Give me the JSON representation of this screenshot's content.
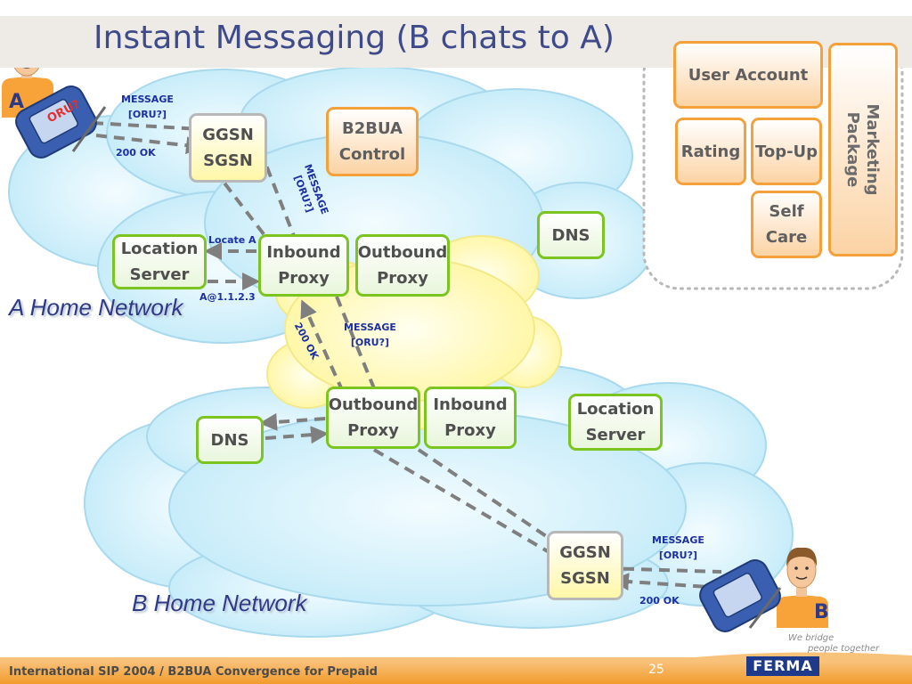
{
  "title": "Instant Messaging (B chats to A)",
  "networks": {
    "a_home": "A Home Network",
    "b_home": "B Home Network"
  },
  "users": {
    "a": "A",
    "b": "B",
    "handset_label": "ORU?"
  },
  "nodes": {
    "ggsn_sgsn_a": [
      "GGSN",
      "SGSN"
    ],
    "b2bua_control": [
      "B2BUA",
      "Control"
    ],
    "location_server_a": [
      "Location",
      "Server"
    ],
    "inbound_proxy_a": [
      "Inbound",
      "Proxy"
    ],
    "outbound_proxy_a": [
      "Outbound",
      "Proxy"
    ],
    "dns_a": "DNS",
    "outbound_proxy_b": [
      "Outbound",
      "Proxy"
    ],
    "inbound_proxy_b": [
      "Inbound",
      "Proxy"
    ],
    "location_server_b": [
      "Location",
      "Server"
    ],
    "dns_b": "DNS",
    "ggsn_sgsn_b": [
      "GGSN",
      "SGSN"
    ]
  },
  "services": {
    "user_account": "User Account",
    "rating": "Rating",
    "top_up": "Top-Up",
    "self_care": [
      "Self",
      "Care"
    ],
    "marketing_package": [
      "Marketing",
      "Package"
    ]
  },
  "messages": {
    "msg_a": [
      "MESSAGE",
      "[ORU?]"
    ],
    "ok_a": "200 OK",
    "msg_ggsn": [
      "MESSAGE",
      "[ORU?]"
    ],
    "locate_a": "Locate A",
    "addr_a": "A@1.1.2.3",
    "ok_core": "200 OK",
    "msg_core": [
      "MESSAGE",
      "[ORU?]"
    ],
    "msg_b": [
      "MESSAGE",
      "[ORU?]"
    ],
    "ok_b": "200 OK"
  },
  "footer": {
    "text": "International SIP 2004 / B2BUA Convergence for Prepaid",
    "page": "25",
    "brand": "FERMA",
    "tagline": [
      "We bridge",
      "people together"
    ]
  },
  "colors": {
    "title": "#3e4a8a",
    "node_green_border": "#7cc41f",
    "node_orange_border": "#f5a13b",
    "arrow_grey": "#7f7f7f",
    "message_blue": "#1c2fa3",
    "footer_orange": "#f29b2c",
    "cloud_blue": "#cdeffb",
    "cloud_yellow": "#fffbb0"
  }
}
